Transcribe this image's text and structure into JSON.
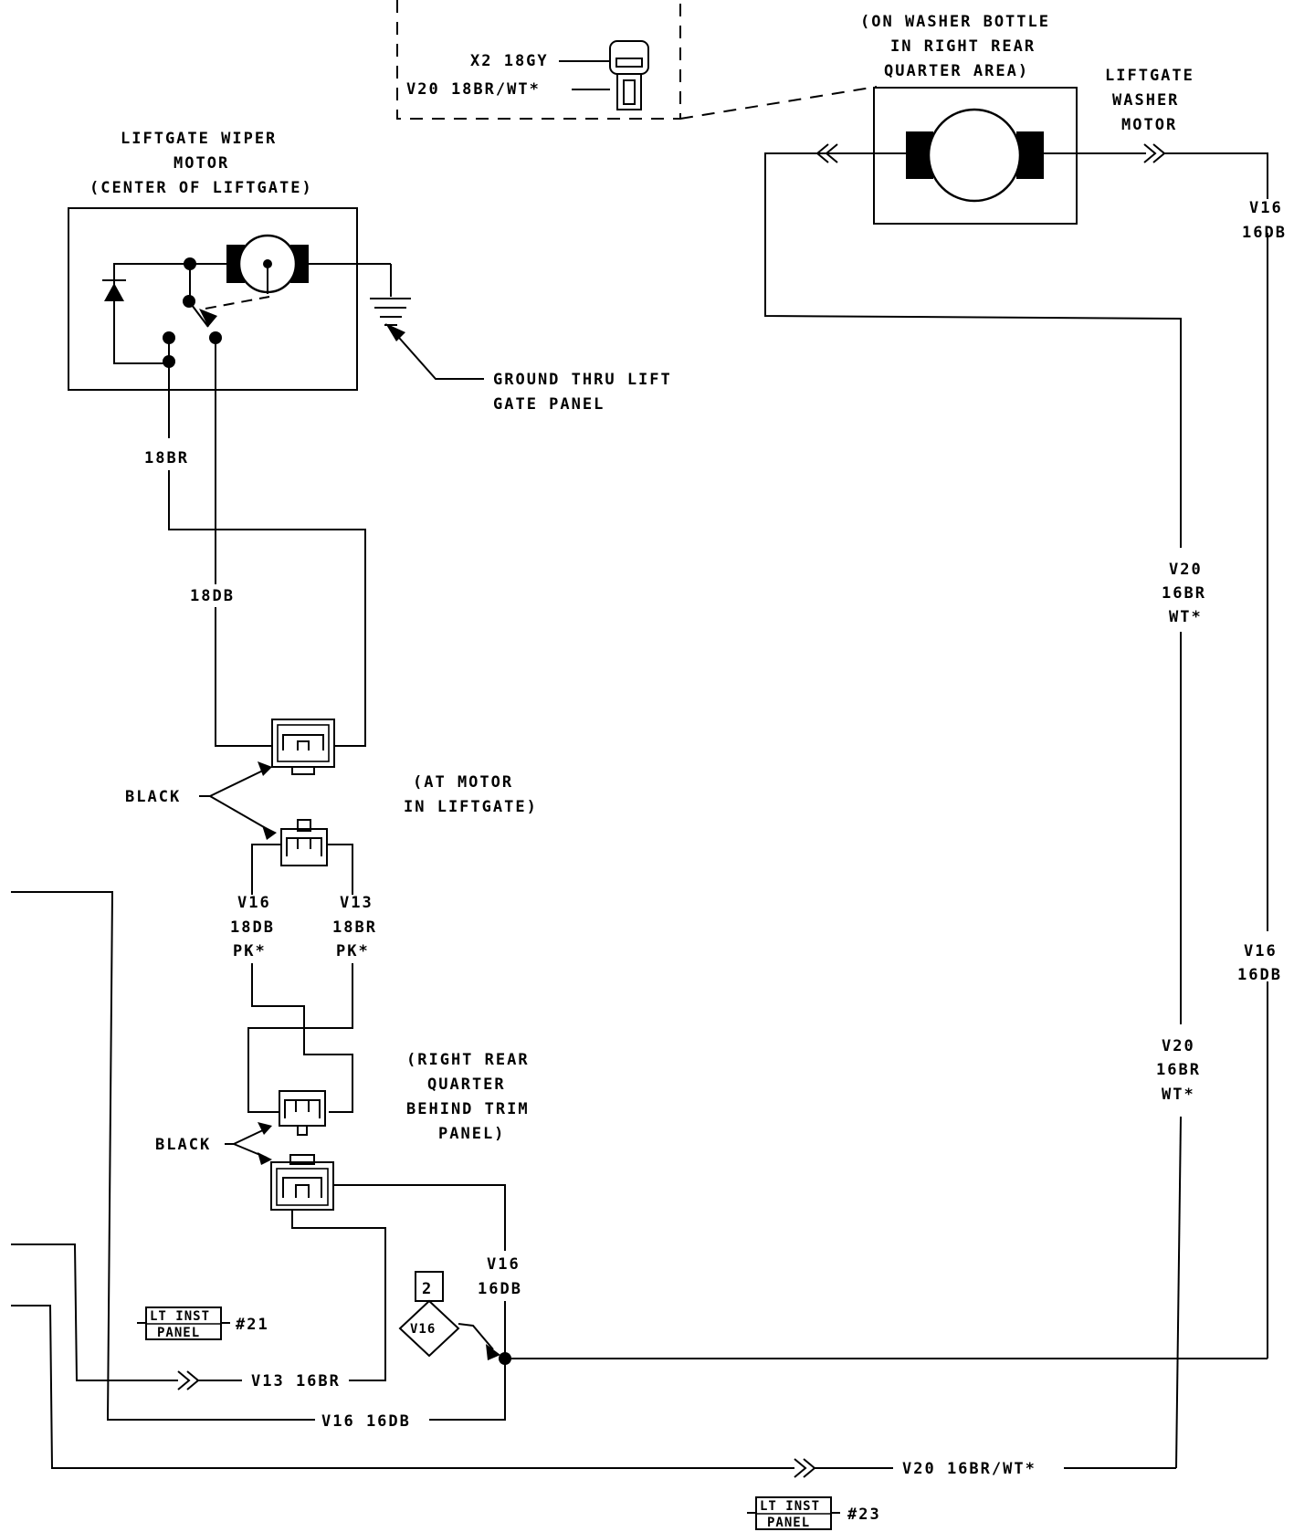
{
  "inset": {
    "line1": "X2 18GY",
    "line2": "V20 18BR/WT*"
  },
  "washer_motor": {
    "location_line1": "(ON WASHER BOTTLE",
    "location_line2": "IN RIGHT REAR",
    "location_line3": "QUARTER AREA)",
    "name_line1": "LIFTGATE",
    "name_line2": "WASHER",
    "name_line3": "MOTOR"
  },
  "wiper_motor": {
    "name_line1": "LIFTGATE WIPER",
    "name_line2": "MOTOR",
    "name_line3": "(CENTER OF LIFTGATE)"
  },
  "ground": {
    "line1": "GROUND THRU LIFT",
    "line2": "GATE PANEL"
  },
  "wires": {
    "w_18br": "18BR",
    "w_18db": "18DB",
    "v16_top_1": "V16",
    "v16_top_2": "16DB",
    "v20_mid_1": "V20",
    "v20_mid_2": "16BR",
    "v20_mid_3": "WT*",
    "v16_right_1": "V16",
    "v16_right_2": "16DB",
    "v20_low_1": "V20",
    "v20_low_2": "16BR",
    "v20_low_3": "WT*",
    "v16_pk_1": "V16",
    "v16_pk_2": "18DB",
    "v16_pk_3": "PK*",
    "v13_pk_1": "V13",
    "v13_pk_2": "18BR",
    "v13_pk_3": "PK*",
    "v16_splice_1": "V16",
    "v16_splice_2": "16DB",
    "v13_bottom": "V13 16BR",
    "v16_bottom": "V16 16DB",
    "v20_bottom": "V20 16BR/WT*"
  },
  "connectors": {
    "black_top": "BLACK",
    "at_motor_1": "(AT MOTOR",
    "at_motor_2": "IN LIFTGATE)",
    "black_bottom": "BLACK",
    "rr_1": "(RIGHT REAR",
    "rr_2": "QUARTER",
    "rr_3": "BEHIND TRIM",
    "rr_4": "PANEL)"
  },
  "splice": {
    "number": "2",
    "id": "V16"
  },
  "panels": {
    "p21_line1": "LT INST",
    "p21_line2": "PANEL",
    "p21_ref": "#21",
    "p23_line1": "LT INST",
    "p23_line2": "PANEL",
    "p23_ref": "#23"
  }
}
